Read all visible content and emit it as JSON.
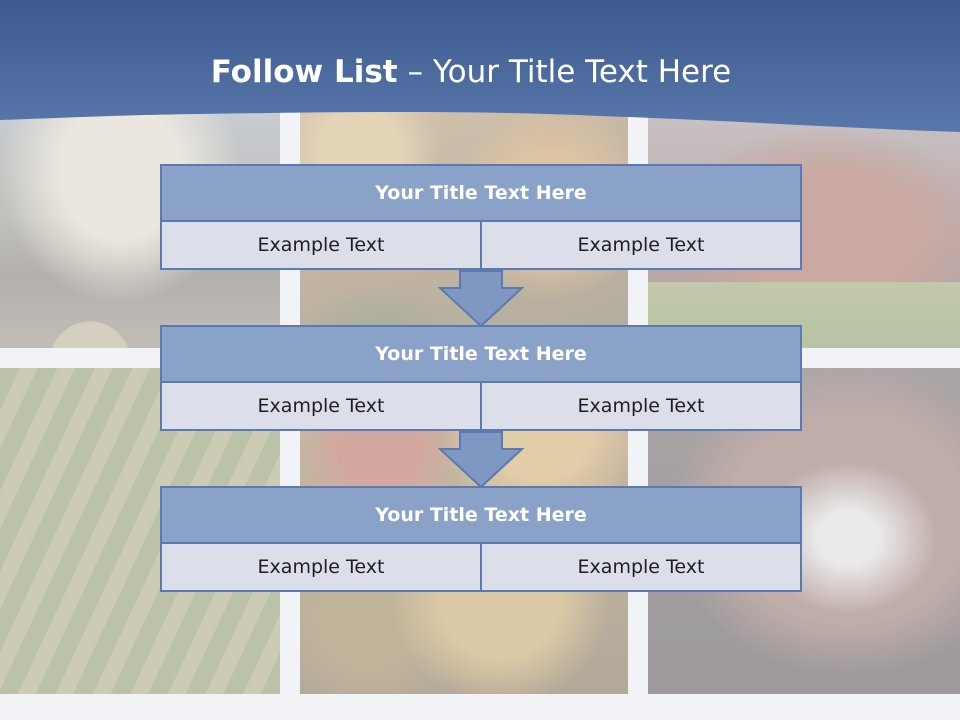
{
  "slide": {
    "title_bold": "Follow List",
    "title_rest": " – Your Title Text Here"
  },
  "steps": [
    {
      "title": "Your Title Text Here",
      "left": "Example Text",
      "right": "Example Text"
    },
    {
      "title": "Your Title Text Here",
      "left": "Example Text",
      "right": "Example Text"
    },
    {
      "title": "Your Title Text Here",
      "left": "Example Text",
      "right": "Example Text"
    }
  ],
  "colors": {
    "header": "#4a6aa0",
    "box_title": "#8aa2c8",
    "border": "#5b7ab2"
  }
}
